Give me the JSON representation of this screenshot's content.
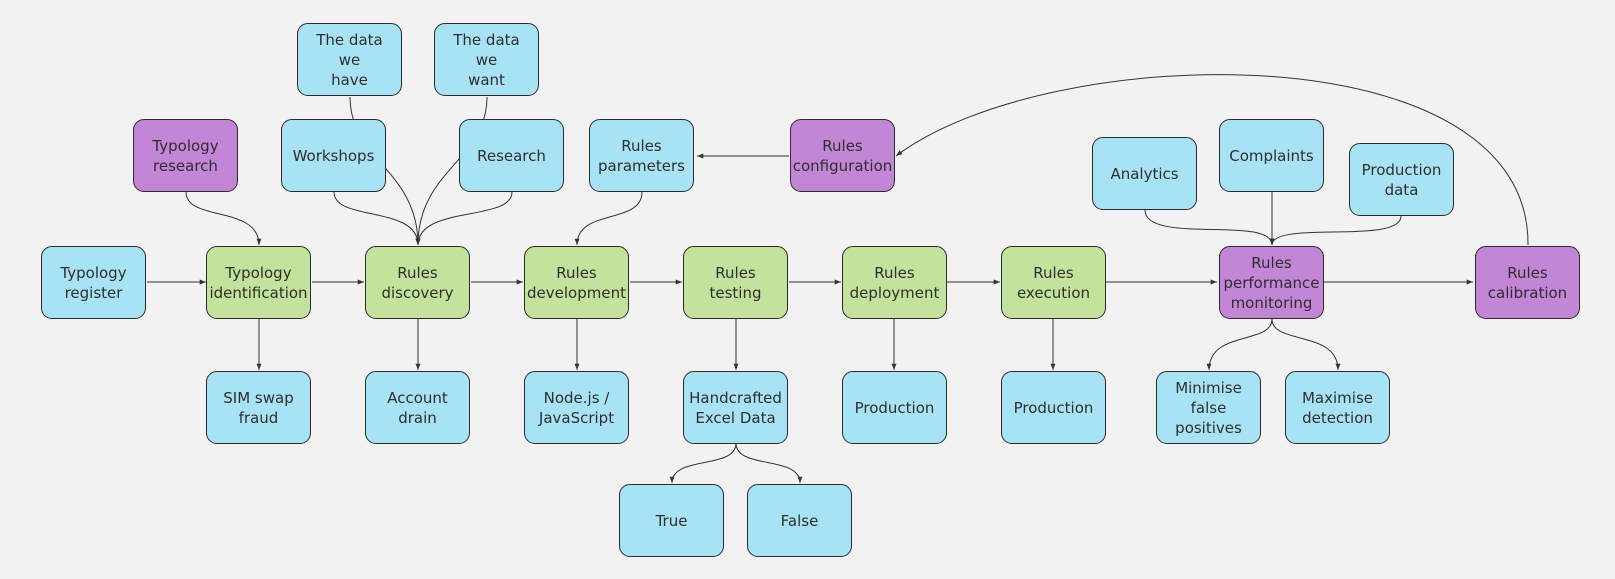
{
  "colors": {
    "background": "#f2f2f2",
    "blue": "#a8e3f5",
    "green": "#c3e39c",
    "purple": "#c385d6",
    "edge": "#333333"
  },
  "nodes": {
    "typology_register": "Typology\nregister",
    "typology_identification": "Typology\nidentification",
    "rules_discovery": "Rules\ndiscovery",
    "rules_development": "Rules\ndevelopment",
    "rules_testing": "Rules testing",
    "rules_deployment": "Rules\ndeployment",
    "rules_execution": "Rules\nexecution",
    "rules_performance_monitoring": "Rules\nperformance\nmonitoring",
    "rules_calibration": "Rules\ncalibration",
    "typology_research": "Typology\nresearch",
    "the_data_we_have": "The data we\nhave",
    "the_data_we_want": "The data we\nwant",
    "workshops": "Workshops",
    "research": "Research",
    "rules_parameters": "Rules\nparameters",
    "rules_configuration": "Rules\nconfiguration",
    "analytics": "Analytics",
    "complaints": "Complaints",
    "production_data": "Production\ndata",
    "sim_swap_fraud": "SIM swap\nfraud",
    "account_drain": "Account\ndrain",
    "nodejs_javascript": "Node.js /\nJavaScript",
    "handcrafted_excel_data": "Handcrafted\nExcel Data",
    "production_deployment": "Production",
    "production_execution": "Production",
    "minimise_false_positives": "Minimise\nfalse\npositives",
    "maximise_detection": "Maximise\ndetection",
    "true_value": "True",
    "false_value": "False"
  }
}
